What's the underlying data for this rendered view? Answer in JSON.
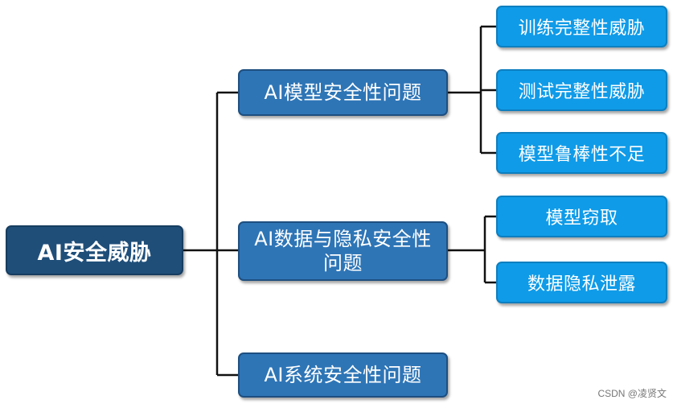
{
  "diagram": {
    "root": {
      "label": "AI安全威胁"
    },
    "branches": [
      {
        "label": "AI模型安全性问题",
        "children": [
          "训练完整性威胁",
          "测试完整性威胁",
          "模型鲁棒性不足"
        ]
      },
      {
        "label": "AI数据与隐私安全性问题",
        "children": [
          "模型窃取",
          "数据隐私泄露"
        ]
      },
      {
        "label": "AI系统安全性问题",
        "children": []
      }
    ]
  },
  "watermark": "CSDN @凌贤文",
  "colors": {
    "root_fill": "#1f4e79",
    "branch_fill": "#2e75b6",
    "leaf_fill": "#0f9be8",
    "connector": "#111111"
  }
}
